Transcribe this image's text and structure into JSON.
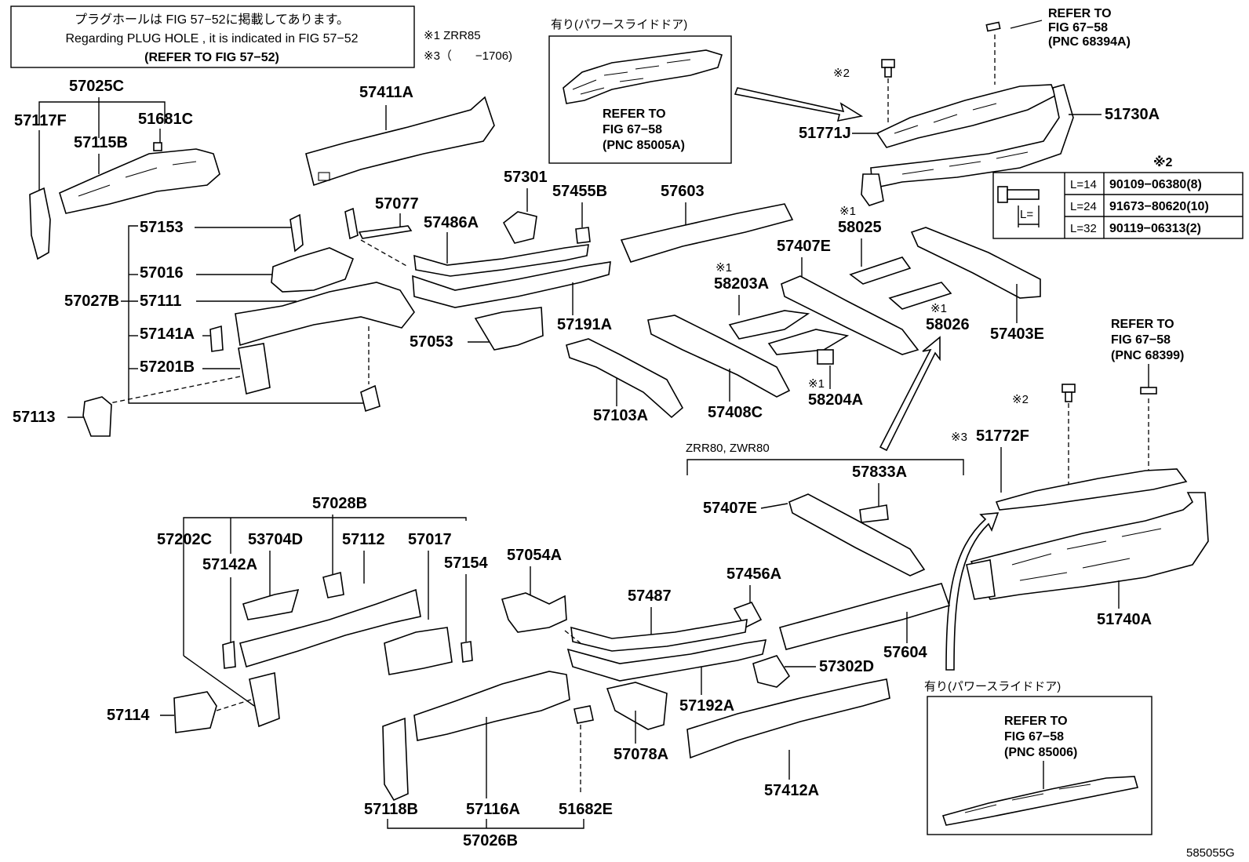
{
  "header_note": {
    "line1": "プラグホールは FIG 57−52に掲載してあります。",
    "line2": "Regarding PLUG HOLE , it is indicated in FIG 57−52",
    "line3": "(REFER TO FIG 57−52)"
  },
  "footnotes": {
    "n1": "※1 ZRR85",
    "n3": "※3（　　−1706)"
  },
  "ref_top_center": {
    "title": "有り(パワースライドドア)",
    "refer": "REFER TO",
    "fig": "FIG 67−58",
    "pnc": "(PNC 85005A)"
  },
  "ref_top_right": {
    "refer": "REFER TO",
    "fig": "FIG 67−58",
    "pnc": "(PNC 68394A)"
  },
  "ref_mid_right": {
    "refer": "REFER TO",
    "fig": "FIG 67−58",
    "pnc": "(PNC 68399)"
  },
  "ref_bottom_right": {
    "title": "有り(パワースライドドア)",
    "refer": "REFER TO",
    "fig": "FIG 67−58",
    "pnc": "(PNC 85006)"
  },
  "bolt_table": {
    "mark": "※2",
    "rows": [
      {
        "len": "L=14",
        "pn": "90109−06380(8)"
      },
      {
        "len": "L=24",
        "pn": "91673−80620(10)"
      },
      {
        "len": "L=32",
        "pn": "90119−06313(2)"
      }
    ],
    "dim_label": "L="
  },
  "group_label": "ZRR80, ZWR80",
  "marks": {
    "m1": "※1",
    "m2": "※2",
    "m3": "※3"
  },
  "labels": {
    "p57025C": "57025C",
    "p57117F": "57117F",
    "p57115B": "57115B",
    "p51681C": "51681C",
    "p57411A": "57411A",
    "p57153": "57153",
    "p57016": "57016",
    "p57027B": "57027B",
    "p57111": "57111",
    "p57141A": "57141A",
    "p57201B": "57201B",
    "p57113": "57113",
    "p57077": "57077",
    "p57486A": "57486A",
    "p57301": "57301",
    "p57455B": "57455B",
    "p57603": "57603",
    "p57191A": "57191A",
    "p57053": "57053",
    "p57103A": "57103A",
    "p57408C": "57408C",
    "p58203A": "58203A",
    "p57407E_top": "57407E",
    "p58025": "58025",
    "p58204A": "58204A",
    "p58026": "58026",
    "p57403E": "57403E",
    "p51771J": "51771J",
    "p51730A": "51730A",
    "p51772F": "51772F",
    "p51740A": "51740A",
    "p57833A": "57833A",
    "p57407E_bot": "57407E",
    "p57456A": "57456A",
    "p57487": "57487",
    "p57054A": "57054A",
    "p57604": "57604",
    "p57302D": "57302D",
    "p57192A": "57192A",
    "p57078A": "57078A",
    "p57412A": "57412A",
    "p57028B": "57028B",
    "p57202C": "57202C",
    "p53704D": "53704D",
    "p57112": "57112",
    "p57017": "57017",
    "p57142A": "57142A",
    "p57154": "57154",
    "p57114": "57114",
    "p57118B": "57118B",
    "p57116A": "57116A",
    "p51682E": "51682E",
    "p57026B": "57026B"
  },
  "figure_code": "585055G"
}
